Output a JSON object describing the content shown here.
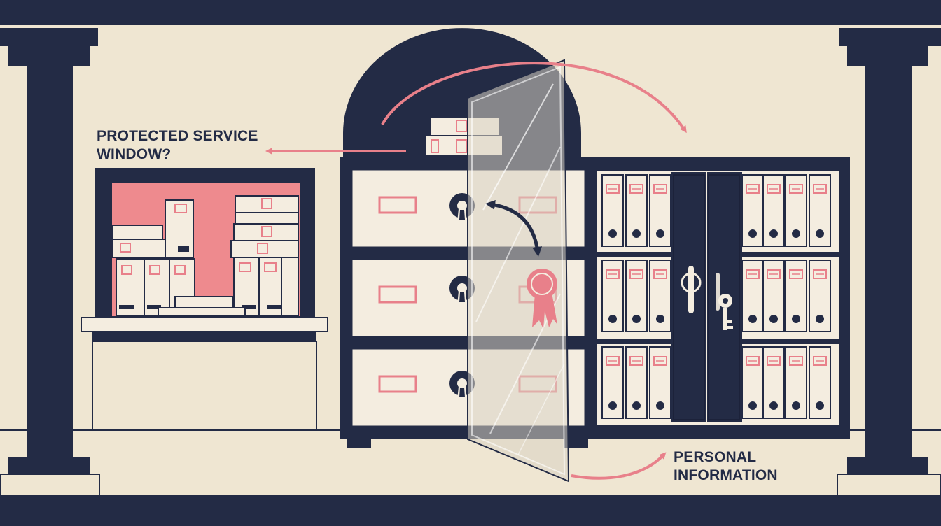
{
  "labels": {
    "left_line1": "PROTECTED SERVICE",
    "left_line2": "WINDOW?",
    "right_line1": "PERSONAL",
    "right_line2": "INFORMATION"
  },
  "colors": {
    "navy": "#232b45",
    "cream": "#efe6d2",
    "paper": "#f4ede0",
    "pink": "#e8808a",
    "pink_fill": "#ee8a8e"
  },
  "icons": [
    "keyhole-icon",
    "rosette-seal-icon",
    "key-icon",
    "arrow-icon"
  ]
}
